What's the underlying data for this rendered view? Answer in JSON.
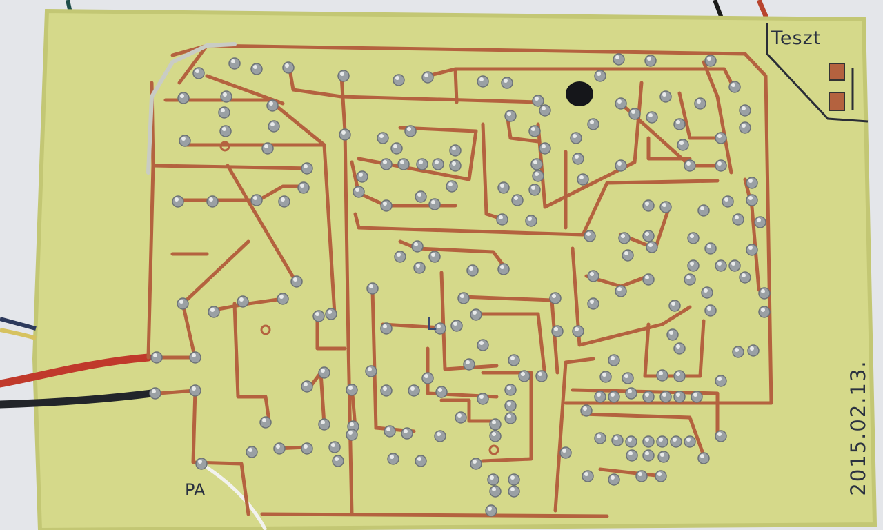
{
  "scene": {
    "subject": "hand-drawn single-sided PCB copper side with solder joints",
    "background_color": "#e4e6ea",
    "board_color": "#d5d98a",
    "trace_color": "#b4623f",
    "solder_color": "#9aa0a4"
  },
  "labels": {
    "test_area": "Teszt",
    "pad_marker": "PA",
    "component_mark": "L",
    "date": "2015.02.13."
  }
}
